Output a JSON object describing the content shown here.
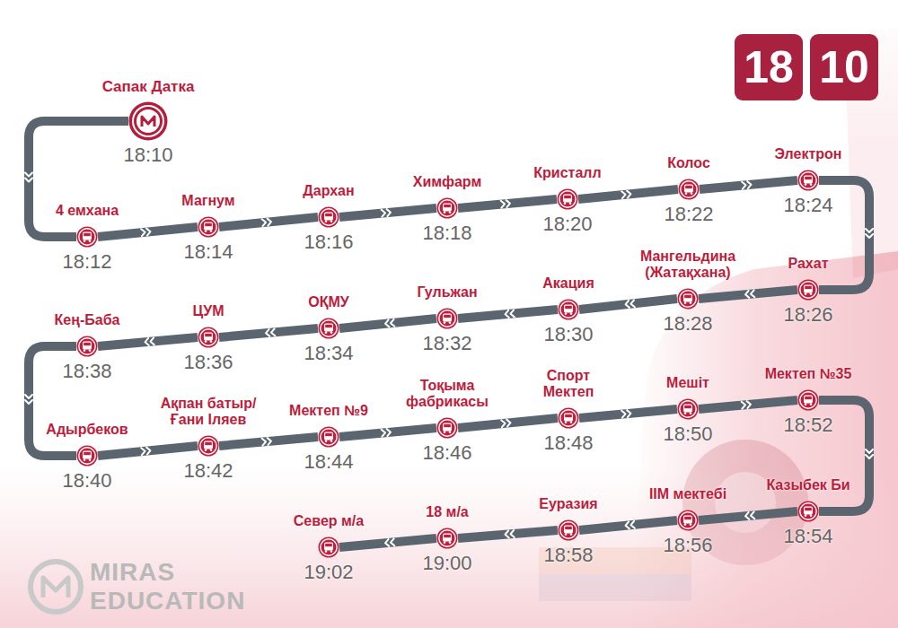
{
  "diagram": {
    "nodes": [
      {
        "text": [
          "18"
        ]
      },
      {
        "text": [
          "10"
        ]
      },
      {
        "text": [
          "Сапак Датка",
          "18:10"
        ]
      },
      {
        "text": [
          "4 емхана",
          "18:12"
        ]
      },
      {
        "text": [
          "Магнум",
          "18:14"
        ]
      },
      {
        "text": [
          "Дархан",
          "18:16"
        ]
      },
      {
        "text": [
          "Химфарм",
          "18:18"
        ]
      },
      {
        "text": [
          "Кристалл",
          "18:20"
        ]
      },
      {
        "text": [
          "Колос",
          "18:22"
        ]
      },
      {
        "text": [
          "Электрон",
          "18:24"
        ]
      },
      {
        "text": [
          "Рахат",
          "18:26"
        ]
      },
      {
        "text": [
          "Мангельдина (Жатақхана)",
          "18:28"
        ]
      },
      {
        "text": [
          "Акация",
          "18:30"
        ]
      },
      {
        "text": [
          "Гульжан",
          "18:32"
        ]
      },
      {
        "text": [
          "ОҚМУ",
          "18:34"
        ]
      },
      {
        "text": [
          "ЦУМ",
          "18:36"
        ]
      },
      {
        "text": [
          "Кең-Баба",
          "18:38"
        ]
      },
      {
        "text": [
          "Адырбеков",
          "18:40"
        ]
      },
      {
        "text": [
          "Ақпан батыр/ Ғани Іляев",
          "18:42"
        ]
      },
      {
        "text": [
          "Мектеп №9",
          "18:44"
        ]
      },
      {
        "text": [
          "Тоқыма фабрикасы",
          "18:46"
        ]
      },
      {
        "text": [
          "Спорт Мектеп",
          "18:48"
        ]
      },
      {
        "text": [
          "Мешіт",
          "18:50"
        ]
      },
      {
        "text": [
          "Мектеп №35",
          "18:52"
        ]
      },
      {
        "text": [
          "Казыбек Би",
          "18:54"
        ]
      },
      {
        "text": [
          "IIM мектебі",
          "18:56"
        ]
      },
      {
        "text": [
          "Еуразия",
          "18:58"
        ]
      },
      {
        "text": [
          "18 м/а",
          "19:00"
        ]
      },
      {
        "text": [
          "Север м/а",
          "19:02"
        ]
      }
    ],
    "edges": [
      {
        "from": 2,
        "to": 3,
        "arrow": "none"
      },
      {
        "from": 3,
        "to": 4,
        "arrow": "none"
      },
      {
        "from": 4,
        "to": 5,
        "arrow": "none"
      },
      {
        "from": 5,
        "to": 6,
        "arrow": "none"
      },
      {
        "from": 6,
        "to": 7,
        "arrow": "none"
      },
      {
        "from": 7,
        "to": 8,
        "arrow": "none"
      },
      {
        "from": 8,
        "to": 9,
        "arrow": "none"
      },
      {
        "from": 9,
        "to": 10,
        "arrow": "none"
      },
      {
        "from": 10,
        "to": 11,
        "arrow": "none"
      },
      {
        "from": 11,
        "to": 12,
        "arrow": "none"
      },
      {
        "from": 12,
        "to": 13,
        "arrow": "none"
      },
      {
        "from": 13,
        "to": 14,
        "arrow": "none"
      },
      {
        "from": 14,
        "to": 15,
        "arrow": "none"
      },
      {
        "from": 15,
        "to": 16,
        "arrow": "none"
      },
      {
        "from": 16,
        "to": 17,
        "arrow": "none"
      },
      {
        "from": 17,
        "to": 18,
        "arrow": "none"
      },
      {
        "from": 18,
        "to": 19,
        "arrow": "none"
      },
      {
        "from": 19,
        "to": 20,
        "arrow": "none"
      },
      {
        "from": 20,
        "to": 21,
        "arrow": "none"
      },
      {
        "from": 21,
        "to": 22,
        "arrow": "none"
      },
      {
        "from": 22,
        "to": 23,
        "arrow": "none"
      },
      {
        "from": 23,
        "to": 24,
        "arrow": "none"
      },
      {
        "from": 24,
        "to": 25,
        "arrow": "none"
      },
      {
        "from": 25,
        "to": 26,
        "arrow": "none"
      },
      {
        "from": 26,
        "to": 27,
        "arrow": "none"
      },
      {
        "from": 27,
        "to": 28,
        "arrow": "none"
      }
    ],
    "labels": [
      "MIRAS",
      "EDUCATION"
    ]
  }
}
